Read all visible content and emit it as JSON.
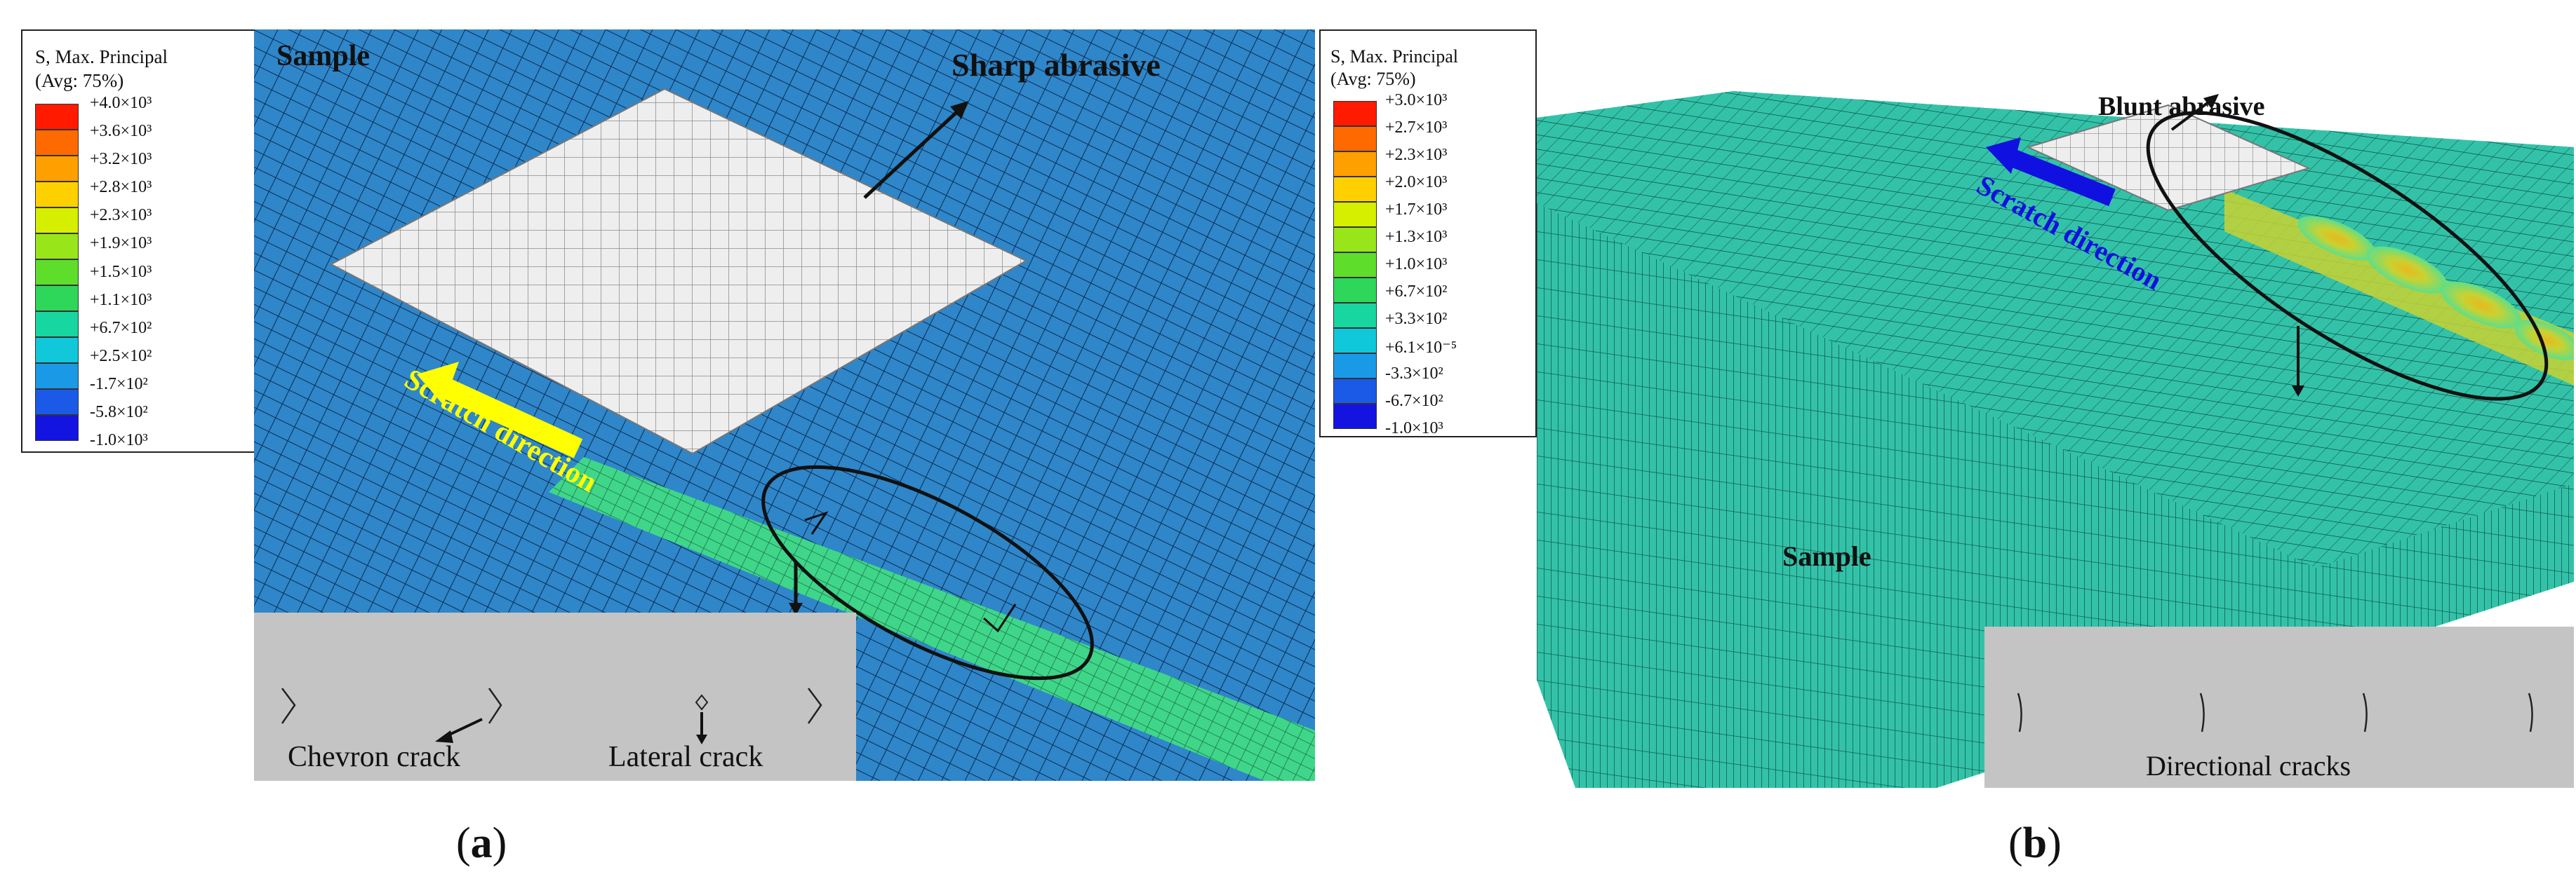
{
  "panel_a": {
    "label": "a",
    "legend": {
      "title_line1": "S, Max. Principal",
      "title_line2": "(Avg: 75%)",
      "ticks": [
        "+4.0×10³",
        "+3.6×10³",
        "+3.2×10³",
        "+2.8×10³",
        "+2.3×10³",
        "+1.9×10³",
        "+1.5×10³",
        "+1.1×10³",
        "+6.7×10²",
        "+2.5×10²",
        "-1.7×10²",
        "-5.8×10²",
        "-1.0×10³"
      ],
      "colors": [
        "#ff1a00",
        "#ff6a00",
        "#ff9f00",
        "#ffd000",
        "#d6ee00",
        "#98e61a",
        "#5ede2a",
        "#2ed65a",
        "#18d6a0",
        "#10c8da",
        "#1a9ae6",
        "#1a5ae6",
        "#1414e0"
      ]
    },
    "sample_label": "Sample",
    "abrasive_label": "Sharp abrasive",
    "direction_label": "Scratch direction",
    "inset_labels": {
      "chevron": "Chevron crack",
      "lateral": "Lateral crack"
    },
    "colors": {
      "mesh": "#2f86c9",
      "track": "#3fd68a",
      "abrasive": "#eeeeee",
      "arrow": "#ffff00"
    }
  },
  "panel_b": {
    "label": "b",
    "legend": {
      "title_line1": "S, Max. Principal",
      "title_line2": "(Avg: 75%)",
      "ticks": [
        "+3.0×10³",
        "+2.7×10³",
        "+2.3×10³",
        "+2.0×10³",
        "+1.7×10³",
        "+1.3×10³",
        "+1.0×10³",
        "+6.7×10²",
        "+3.3×10²",
        "+6.1×10⁻⁵",
        "-3.3×10²",
        "-6.7×10²",
        "-1.0×10³"
      ],
      "colors": [
        "#ff1a00",
        "#ff6a00",
        "#ff9f00",
        "#ffd000",
        "#d6ee00",
        "#98e61a",
        "#5ede2a",
        "#2ed65a",
        "#18d6a0",
        "#10c8da",
        "#1a9ae6",
        "#1a5ae6",
        "#1414e0"
      ]
    },
    "sample_label": "Sample",
    "abrasive_label": "Blunt abrasive",
    "direction_label": "Scratch direction",
    "inset_label": "Directional cracks",
    "colors": {
      "mesh": "#33c2a8",
      "track": "#c8d232",
      "abrasive": "#eeeeee",
      "arrow": "#1010e0"
    }
  }
}
